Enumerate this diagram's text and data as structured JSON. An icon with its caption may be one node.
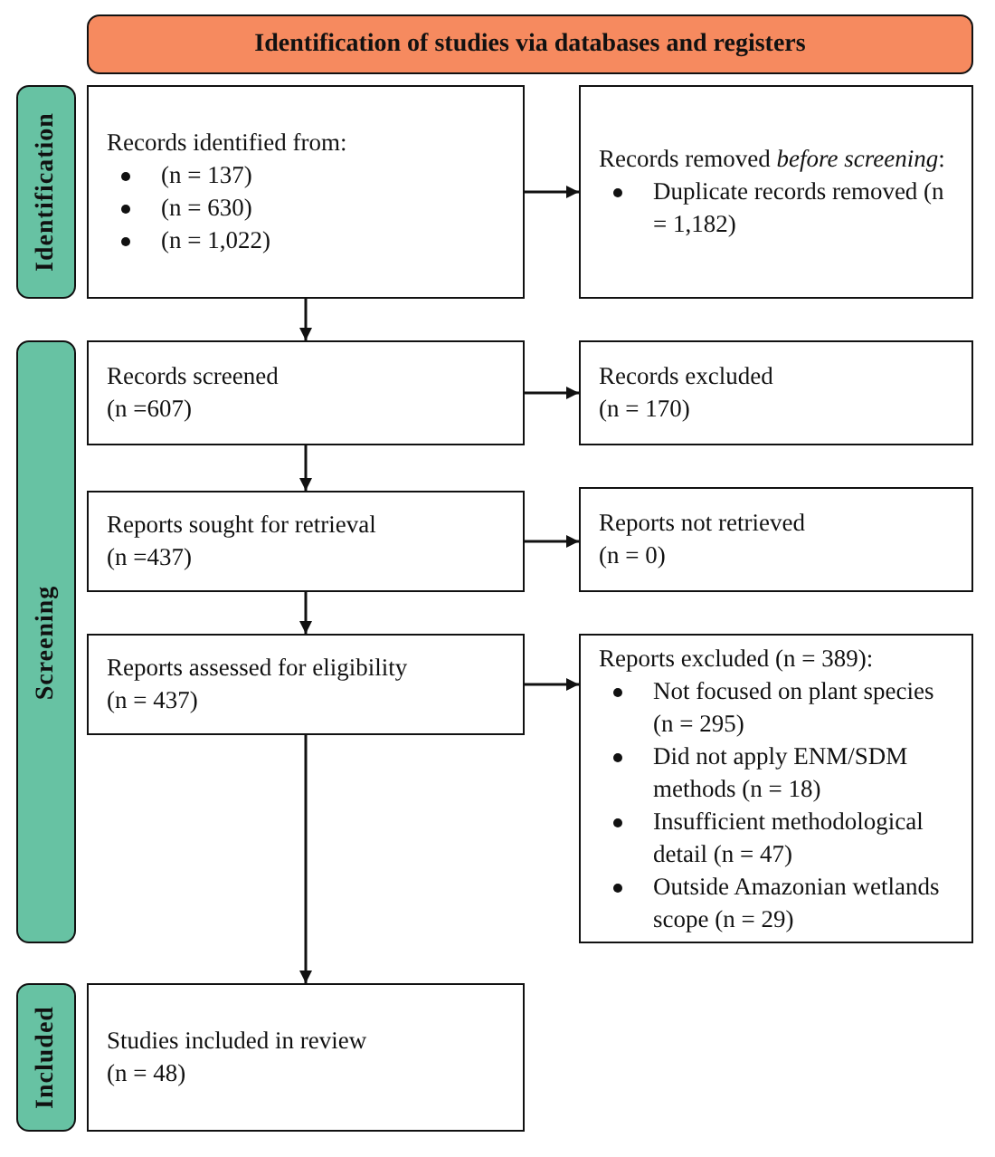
{
  "diagram": {
    "nodes": [
      {
        "text": [
          "Identification of studies via databases and registers"
        ]
      },
      {
        "text": [
          "Identification"
        ]
      },
      {
        "text": [
          "Screening"
        ]
      },
      {
        "text": [
          "Included"
        ]
      },
      {
        "text": [
          "Records identified from:",
          "(n = 137)",
          "(n = 630)",
          "(n = 1,022)"
        ]
      },
      {
        "text": [
          "Records removed *before screening*:",
          "Duplicate records removed (n = 1,182)"
        ]
      },
      {
        "text": [
          "Records screened",
          "(n =607)"
        ]
      },
      {
        "text": [
          "Records excluded",
          "(n = 170)"
        ]
      },
      {
        "text": [
          "Reports sought for retrieval",
          "(n =437)"
        ]
      },
      {
        "text": [
          "Reports not retrieved",
          "(n = 0)"
        ]
      },
      {
        "text": [
          "Reports assessed for eligibility",
          "(n = 437)"
        ]
      },
      {
        "text": [
          "Reports excluded (n = 389):",
          "Not focused on plant species (n = 295)",
          "Did not apply ENM/SDM methods (n = 18)",
          "Insufficient methodological detail (n = 47)",
          "Outside Amazonian wetlands scope (n = 29)"
        ]
      },
      {
        "text": [
          "Studies included in review",
          "(n = 48)"
        ]
      }
    ],
    "edges": [
      {
        "from": 4,
        "to": 5,
        "arrow": "to"
      },
      {
        "from": 4,
        "to": 6,
        "arrow": "to"
      },
      {
        "from": 6,
        "to": 7,
        "arrow": "to"
      },
      {
        "from": 6,
        "to": 8,
        "arrow": "to"
      },
      {
        "from": 8,
        "to": 9,
        "arrow": "to"
      },
      {
        "from": 8,
        "to": 10,
        "arrow": "to"
      },
      {
        "from": 10,
        "to": 11,
        "arrow": "to"
      },
      {
        "from": 10,
        "to": 12,
        "arrow": "to"
      }
    ]
  }
}
